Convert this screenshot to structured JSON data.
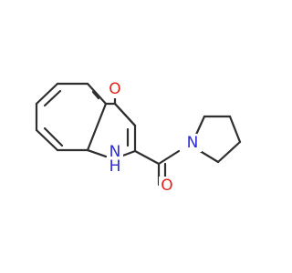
{
  "molecule": {
    "atoms": {
      "oxygen_top": {
        "label": "O",
        "color": "#e0241b"
      },
      "nitrogen_ring": {
        "label": "N",
        "color": "#2b2bd9"
      },
      "hydrogen_ring": {
        "label": "H",
        "color": "#2b2bd9"
      },
      "nitrogen_amide": {
        "label": "N",
        "color": "#2b2bd9"
      },
      "oxygen_bottom": {
        "label": "O",
        "color": "#e0241b"
      }
    }
  }
}
